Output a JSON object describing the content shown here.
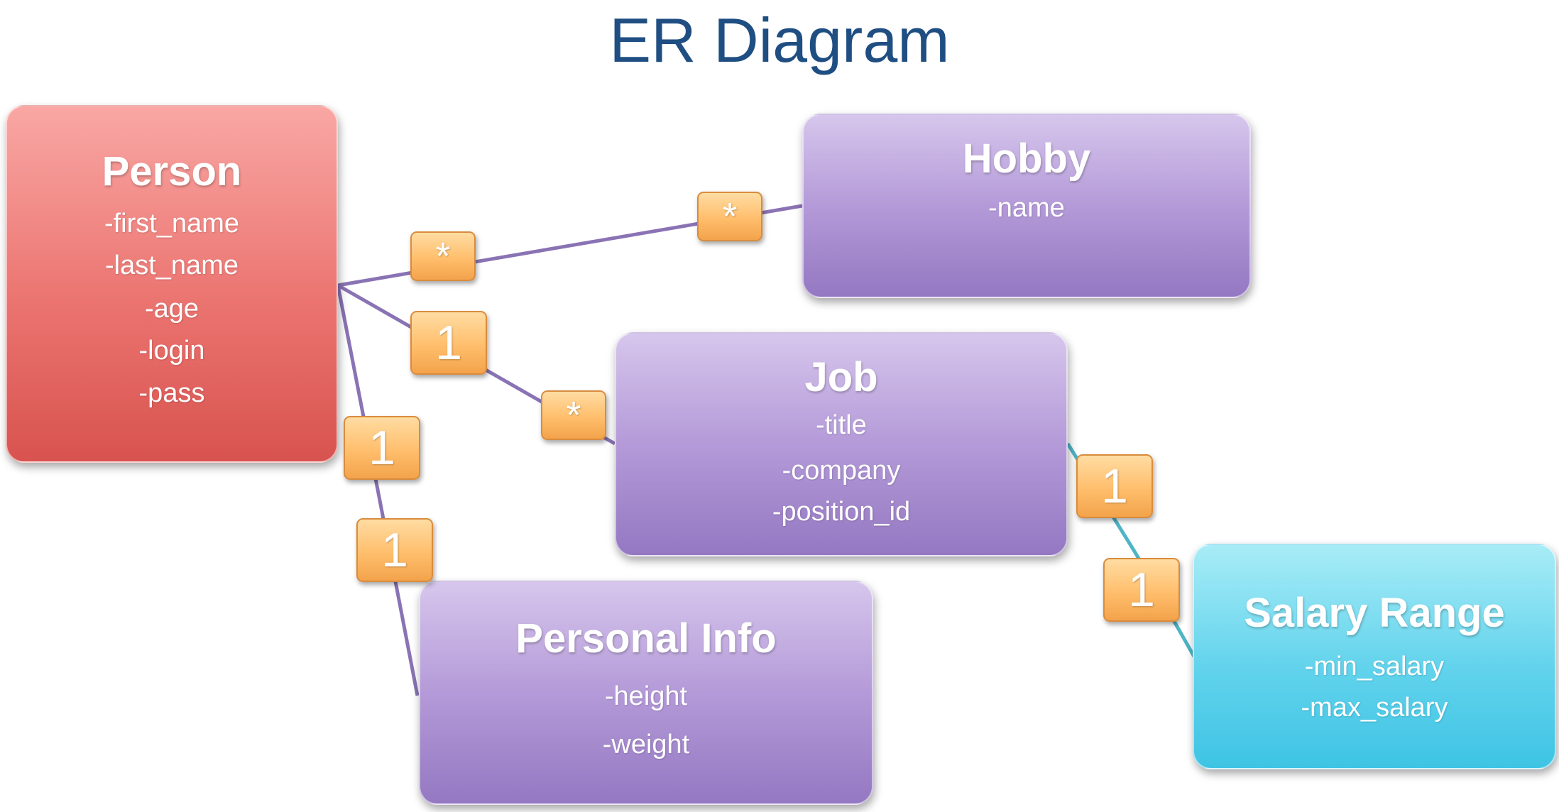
{
  "title": "ER Diagram",
  "colors": {
    "title": "#1f4e82",
    "person": "#e8716d",
    "entity_purple": "#a98cd2",
    "entity_cyan": "#4fcbe8",
    "badge": "#ffbe6c",
    "line_purple": "#8a73b4",
    "line_cyan": "#4fb4c6"
  },
  "entities": {
    "person": {
      "name": "Person",
      "attributes": [
        "-first_name",
        "-last_name",
        "-age",
        "-login",
        "-pass"
      ]
    },
    "hobby": {
      "name": "Hobby",
      "attributes": [
        "-name"
      ]
    },
    "job": {
      "name": "Job",
      "attributes": [
        "-title",
        "-company",
        "-position_id"
      ]
    },
    "personal_info": {
      "name": "Personal Info",
      "attributes": [
        "-height",
        "-weight"
      ]
    },
    "salary_range": {
      "name": "Salary Range",
      "attributes": [
        "-min_salary",
        "-max_salary"
      ]
    }
  },
  "relationships": [
    {
      "from": "Person",
      "to": "Hobby",
      "from_card": "*",
      "to_card": "*"
    },
    {
      "from": "Person",
      "to": "Job",
      "from_card": "1",
      "to_card": "*"
    },
    {
      "from": "Person",
      "to": "Personal Info",
      "from_card": "1",
      "to_card": "1"
    },
    {
      "from": "Job",
      "to": "Salary Range",
      "from_card": "1",
      "to_card": "1"
    }
  ]
}
